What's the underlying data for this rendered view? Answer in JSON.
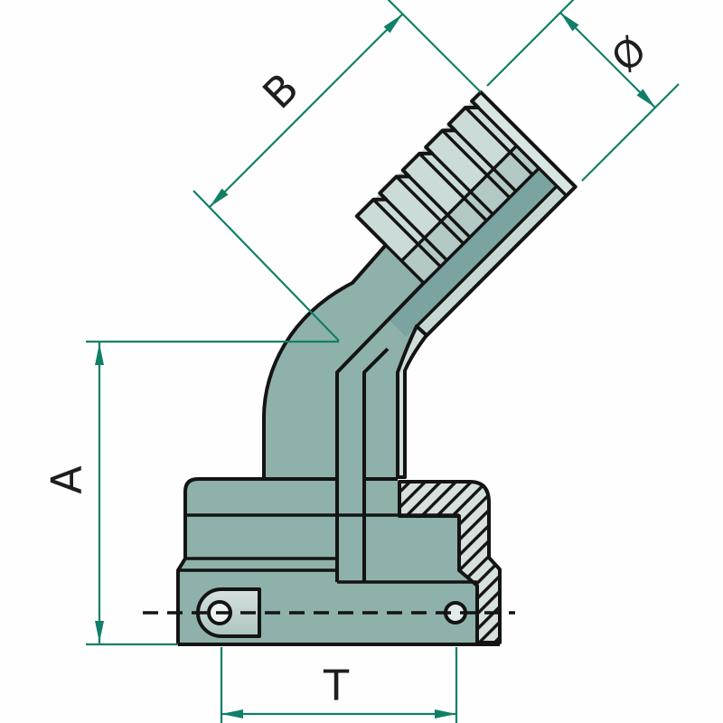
{
  "drawing": {
    "kind": "technical-dimension-drawing",
    "subject": "45-degree elbow hose barb fitting, partial section view",
    "dimensions": {
      "A": {
        "label": "A",
        "orientation": "vertical-left",
        "measures": "height from base bottom to elbow centerline"
      },
      "B": {
        "label": "B",
        "orientation": "diagonal-45",
        "measures": "length of angled barb leg"
      },
      "T": {
        "label": "T",
        "orientation": "horizontal-bottom",
        "measures": "base width between hole centers"
      },
      "diameter": {
        "label": "Ø",
        "orientation": "diagonal-45",
        "measures": "barb outside diameter"
      }
    },
    "centerline": {
      "style": "dashed",
      "position": "through base holes"
    }
  },
  "colors": {
    "dimension_line": "#117f68",
    "outline": "#141414",
    "body_teal": "#8fb1ac",
    "body_dark_band": "#7ba39f",
    "face_light": "#cbdcd8",
    "face_mid": "#b3c9c5",
    "face_tip": "#d9e5e2",
    "hatch_fill": "#d6e1de",
    "background": "#fdfefd"
  }
}
